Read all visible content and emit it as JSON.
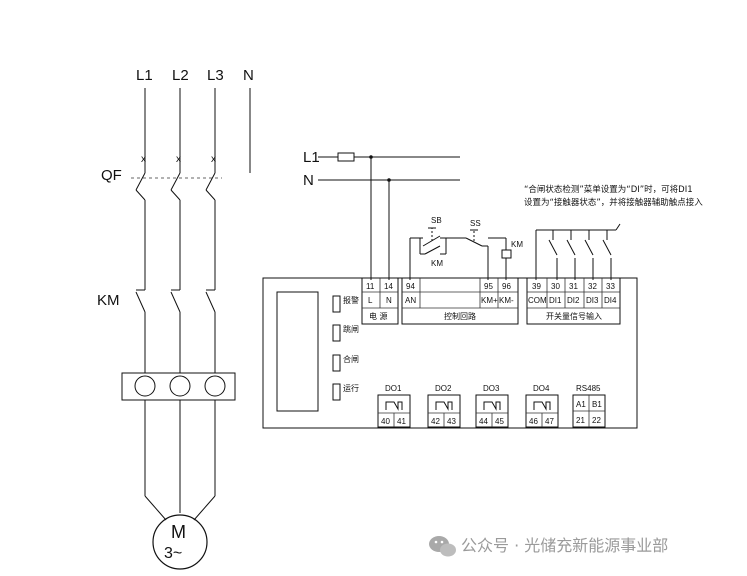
{
  "supply": {
    "l1": "L1",
    "l2": "L2",
    "l3": "L3",
    "n": "N"
  },
  "breaker_label": "QF",
  "contactor_label": "KM",
  "motor": {
    "name": "M",
    "phase": "3~"
  },
  "control_supply": {
    "l1": "L1",
    "n": "N"
  },
  "note": {
    "line1": "“合闸状态检测”菜单设置为“DI”时，可将DI1",
    "line2": "设置为“接触器状态”，并将接触器辅助触点接入"
  },
  "contacts": {
    "sb": "SB",
    "ss": "SS",
    "km_aux": "KM",
    "km_coil": "KM"
  },
  "terminals": {
    "power": {
      "nums": [
        "11",
        "14"
      ],
      "labels": [
        "L",
        "N"
      ],
      "title": "电 源"
    },
    "control": {
      "nums": [
        "94",
        "95",
        "96"
      ],
      "labels": [
        "AN",
        "KM+",
        "KM-"
      ],
      "title": "控制回路"
    },
    "inputs": {
      "nums": [
        "39",
        "30",
        "31",
        "32",
        "33"
      ],
      "labels": [
        "COM",
        "DI1",
        "DI2",
        "DI3",
        "DI4"
      ],
      "title": "开关量信号输入"
    }
  },
  "indicators": [
    "报警",
    "跳闸",
    "合闸",
    "运行"
  ],
  "outputs": [
    {
      "name": "DO1",
      "nums": [
        "40",
        "41"
      ]
    },
    {
      "name": "DO2",
      "nums": [
        "42",
        "43"
      ]
    },
    {
      "name": "DO3",
      "nums": [
        "44",
        "45"
      ]
    },
    {
      "name": "DO4",
      "nums": [
        "46",
        "47"
      ]
    }
  ],
  "rs485": {
    "name": "RS485",
    "labels": [
      "A1",
      "B1"
    ],
    "nums": [
      "21",
      "22"
    ]
  },
  "watermark": "公众号 · 光储充新能源事业部"
}
